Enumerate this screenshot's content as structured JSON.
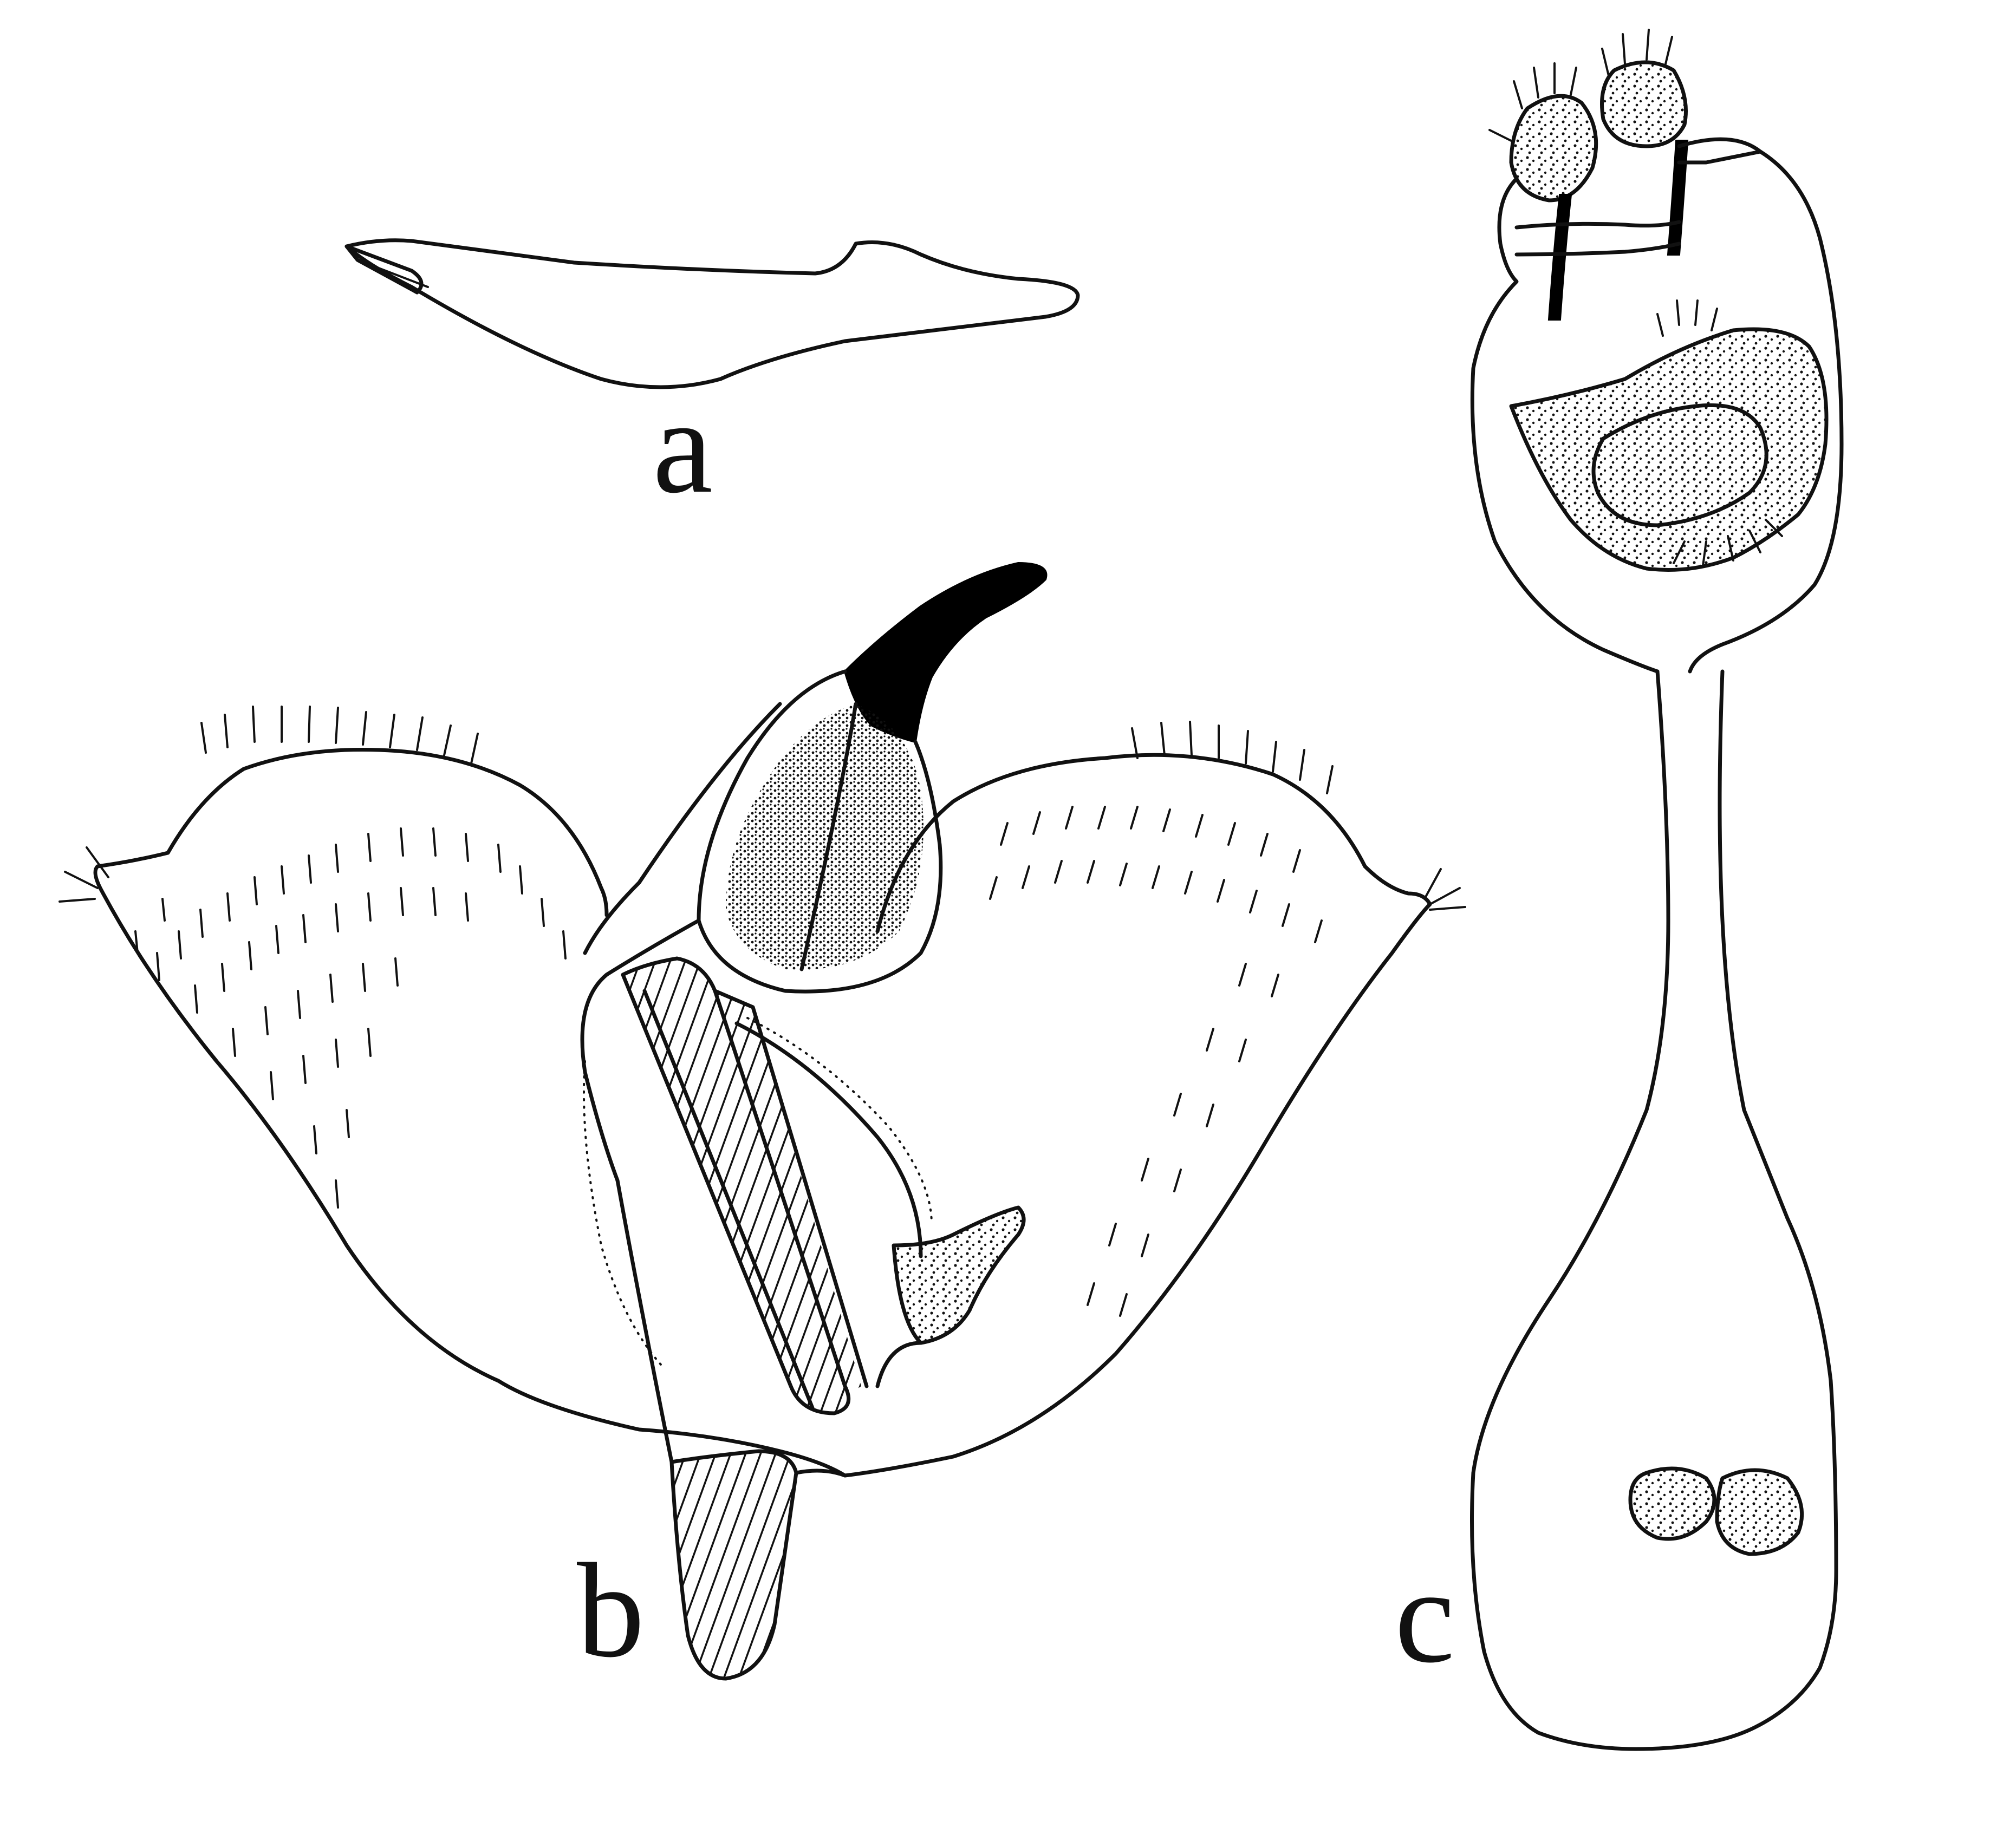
{
  "figure": {
    "panels": [
      {
        "id": "a",
        "label": "a"
      },
      {
        "id": "b",
        "label": "b"
      },
      {
        "id": "c",
        "label": "c"
      }
    ],
    "ink_color": "#111111",
    "background_color": "#ffffff"
  }
}
